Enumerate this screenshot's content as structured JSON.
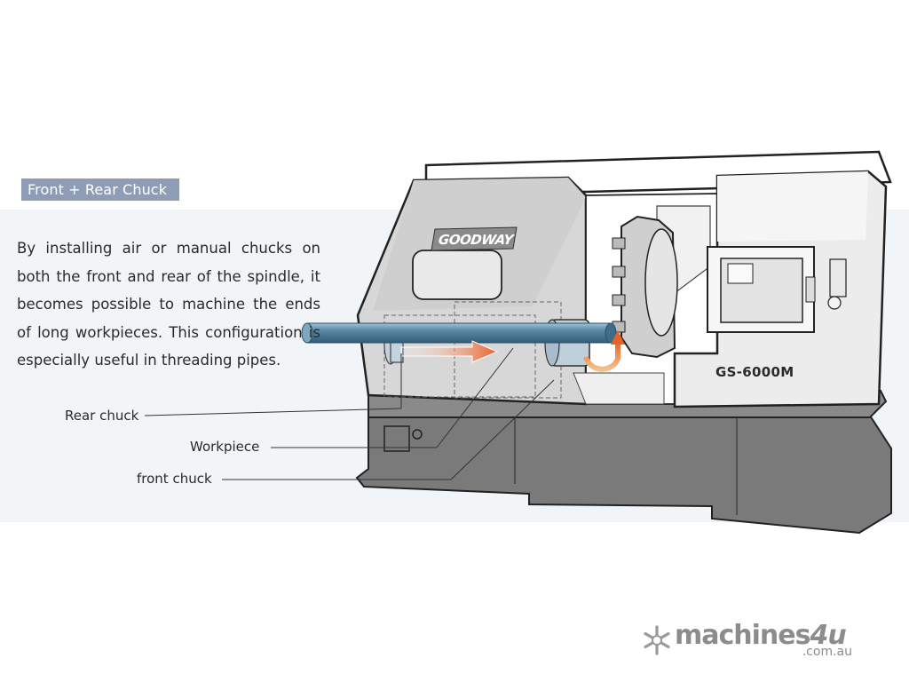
{
  "section": {
    "title": "Front + Rear  Chuck",
    "description": "By installing air or manual chucks on both the front and rear of the spindle, it becomes possible to machine the ends of long workpieces. This configuration is especially useful in threading pipes."
  },
  "callouts": {
    "rear_chuck": "Rear chuck",
    "workpiece": "Workpiece",
    "front_chuck": "front chuck"
  },
  "machine": {
    "brand": "GOODWAY",
    "model": "GS-6000M"
  },
  "watermark": {
    "brand_main": "machines",
    "brand_digit": "4u",
    "domain": ".com.au"
  },
  "colors": {
    "tag_background": "#8e9db5",
    "band_background": "#f2f5f8",
    "workpiece_blue": "#5d8aa6",
    "arrow_orange": "#e8622a"
  }
}
